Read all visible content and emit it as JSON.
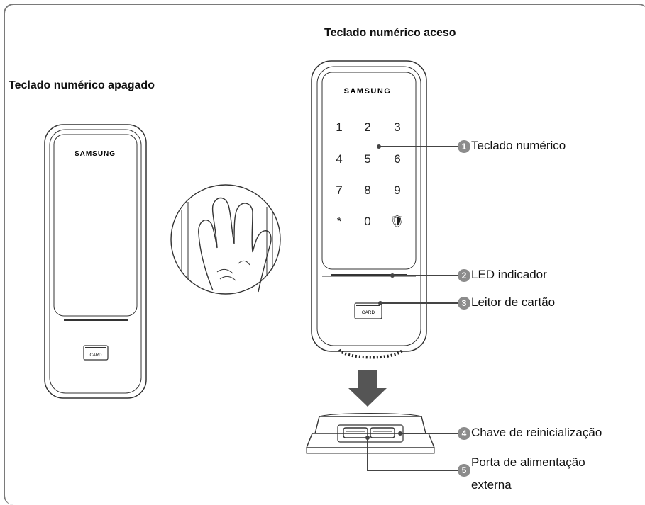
{
  "titles": {
    "off": "Teclado numérico apagado",
    "on": "Teclado numérico aceso"
  },
  "device": {
    "brand": "SAMSUNG",
    "card_label": "CARD",
    "keypad": [
      "1",
      "2",
      "3",
      "4",
      "5",
      "6",
      "7",
      "8",
      "9",
      "*",
      "0",
      "🛡"
    ]
  },
  "callouts": [
    {
      "num": "1",
      "text": "Teclado numérico"
    },
    {
      "num": "2",
      "text": "LED indicador"
    },
    {
      "num": "3",
      "text": "Leitor de cartão"
    },
    {
      "num": "4",
      "text": "Chave de reinicialização"
    },
    {
      "num": "5",
      "text": "Porta de alimentação",
      "text2": "externa"
    }
  ],
  "colors": {
    "frame": "#7a7a7a",
    "callout_badge": "#8c8c8c",
    "arrow": "#555555",
    "outline": "#333333"
  }
}
